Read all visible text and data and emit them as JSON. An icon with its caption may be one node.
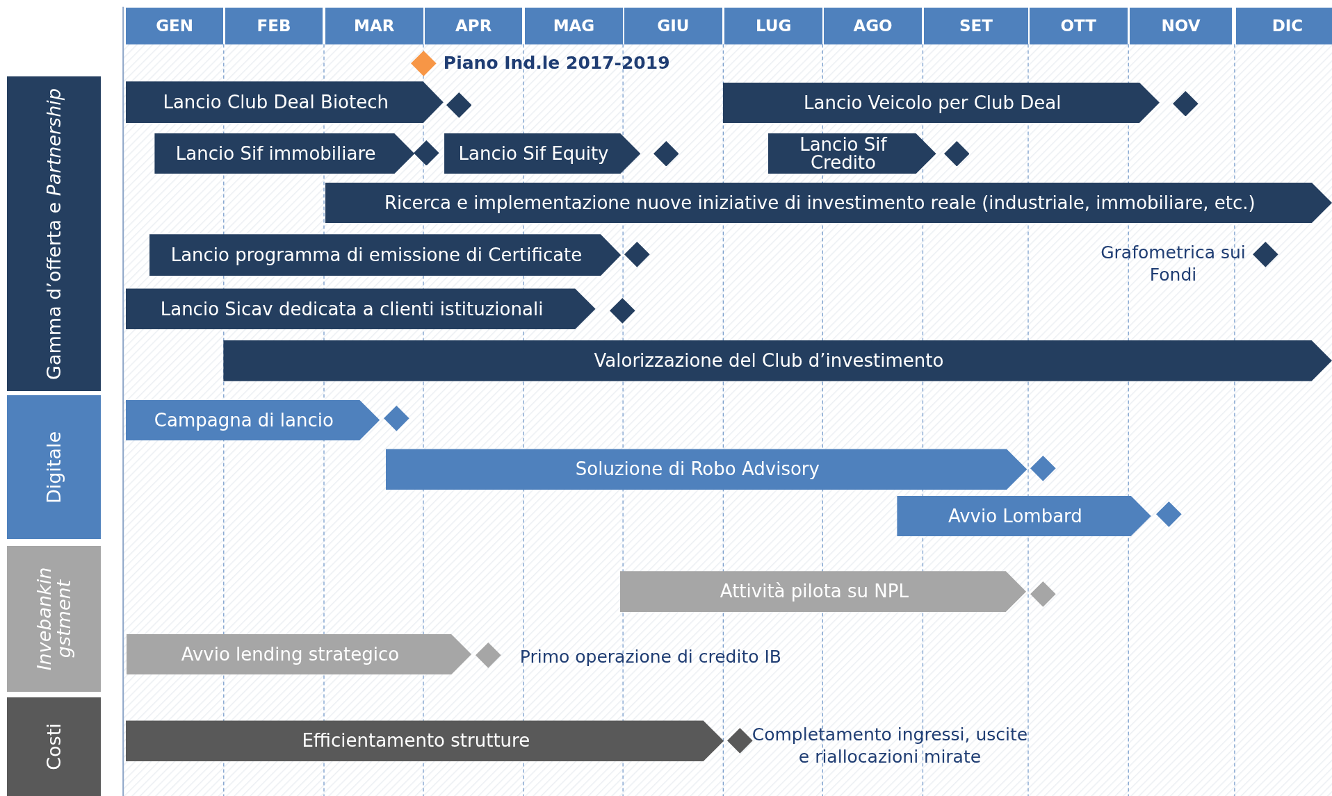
{
  "diagram": {
    "nodes": [
      {
        "text": [],
        "shape": "diamond",
        "beside": [
          "Piano Ind.le 2017-2019"
        ]
      },
      {
        "text": [
          "Gamma d’offerta e *Partnership*"
        ]
      },
      {
        "text": [
          "Lancio Club Deal Biotech"
        ]
      },
      {
        "text": [],
        "shape": "diamond"
      },
      {
        "text": [
          "Lancio Veicolo per Club Deal"
        ]
      },
      {
        "text": [],
        "shape": "diamond"
      },
      {
        "text": [
          "Lancio Sif immobiliare"
        ]
      },
      {
        "text": [],
        "shape": "diamond"
      },
      {
        "text": [
          "Lancio Sif Equity"
        ]
      },
      {
        "text": [],
        "shape": "diamond"
      },
      {
        "text": [
          "Lancio Sif Credito"
        ]
      },
      {
        "text": [],
        "shape": "diamond"
      },
      {
        "text": [
          "Ricerca e implementazione nuove iniziative di investimento reale (industriale, immobiliare, etc.)"
        ]
      },
      {
        "text": [
          "Lancio programma di emissione di Certificate"
        ]
      },
      {
        "text": [],
        "shape": "diamond"
      },
      {
        "text": [],
        "shape": "diamond",
        "beside": [
          "Grafometrica sui Fondi"
        ]
      },
      {
        "text": [
          "Lancio Sicav dedicata a clienti istituzionali"
        ]
      },
      {
        "text": [],
        "shape": "diamond"
      },
      {
        "text": [
          "Valorizzazione del Club d’investimento"
        ]
      },
      {
        "text": [
          "Digitale"
        ]
      },
      {
        "text": [
          "Campagna di lancio"
        ]
      },
      {
        "text": [],
        "shape": "diamond"
      },
      {
        "text": [
          "Soluzione di Robo Advisory"
        ]
      },
      {
        "text": [],
        "shape": "diamond"
      },
      {
        "text": [
          "Avvio Lombard"
        ]
      },
      {
        "text": [],
        "shape": "diamond"
      },
      {
        "text": [
          "Invebankin gstment"
        ]
      },
      {
        "text": [
          "Attività pilota su NPL"
        ]
      },
      {
        "text": [],
        "shape": "diamond"
      },
      {
        "text": [
          "Avvio lending strategico"
        ]
      },
      {
        "text": [],
        "shape": "diamond",
        "beside": [
          "Primo operazione di credito IB"
        ]
      },
      {
        "text": [
          "Costi"
        ]
      },
      {
        "text": [
          "Efficientamento strutture"
        ]
      },
      {
        "text": [],
        "shape": "diamond",
        "beside": [
          "Completamento ingressi, uscite e riallocazioni mirate"
        ]
      }
    ],
    "labels": [
      "GEN",
      "FEB",
      "MAR",
      "APR",
      "MAG",
      "GIU",
      "LUG",
      "AGO",
      "SET",
      "OTT",
      "NOV",
      "DIC"
    ]
  }
}
